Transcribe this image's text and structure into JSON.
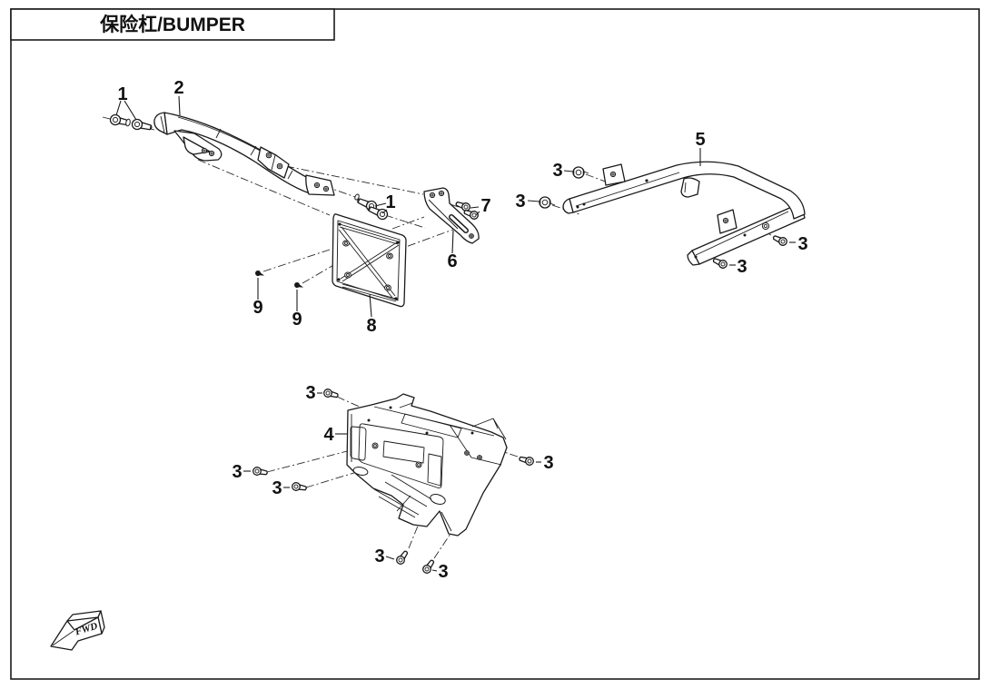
{
  "title": "保险杠/BUMPER",
  "fwd_label": "FWD",
  "colors": {
    "line": "#1a1a1a",
    "background": "#ffffff"
  },
  "callouts": [
    {
      "label": "1"
    },
    {
      "label": "2"
    },
    {
      "label": "1"
    },
    {
      "label": "7"
    },
    {
      "label": "6"
    },
    {
      "label": "9"
    },
    {
      "label": "9"
    },
    {
      "label": "8"
    },
    {
      "label": "5"
    },
    {
      "label": "3"
    },
    {
      "label": "3"
    },
    {
      "label": "3"
    },
    {
      "label": "3"
    },
    {
      "label": "4"
    },
    {
      "label": "3"
    },
    {
      "label": "3"
    },
    {
      "label": "3"
    },
    {
      "label": "3"
    },
    {
      "label": "3"
    },
    {
      "label": "3"
    }
  ]
}
